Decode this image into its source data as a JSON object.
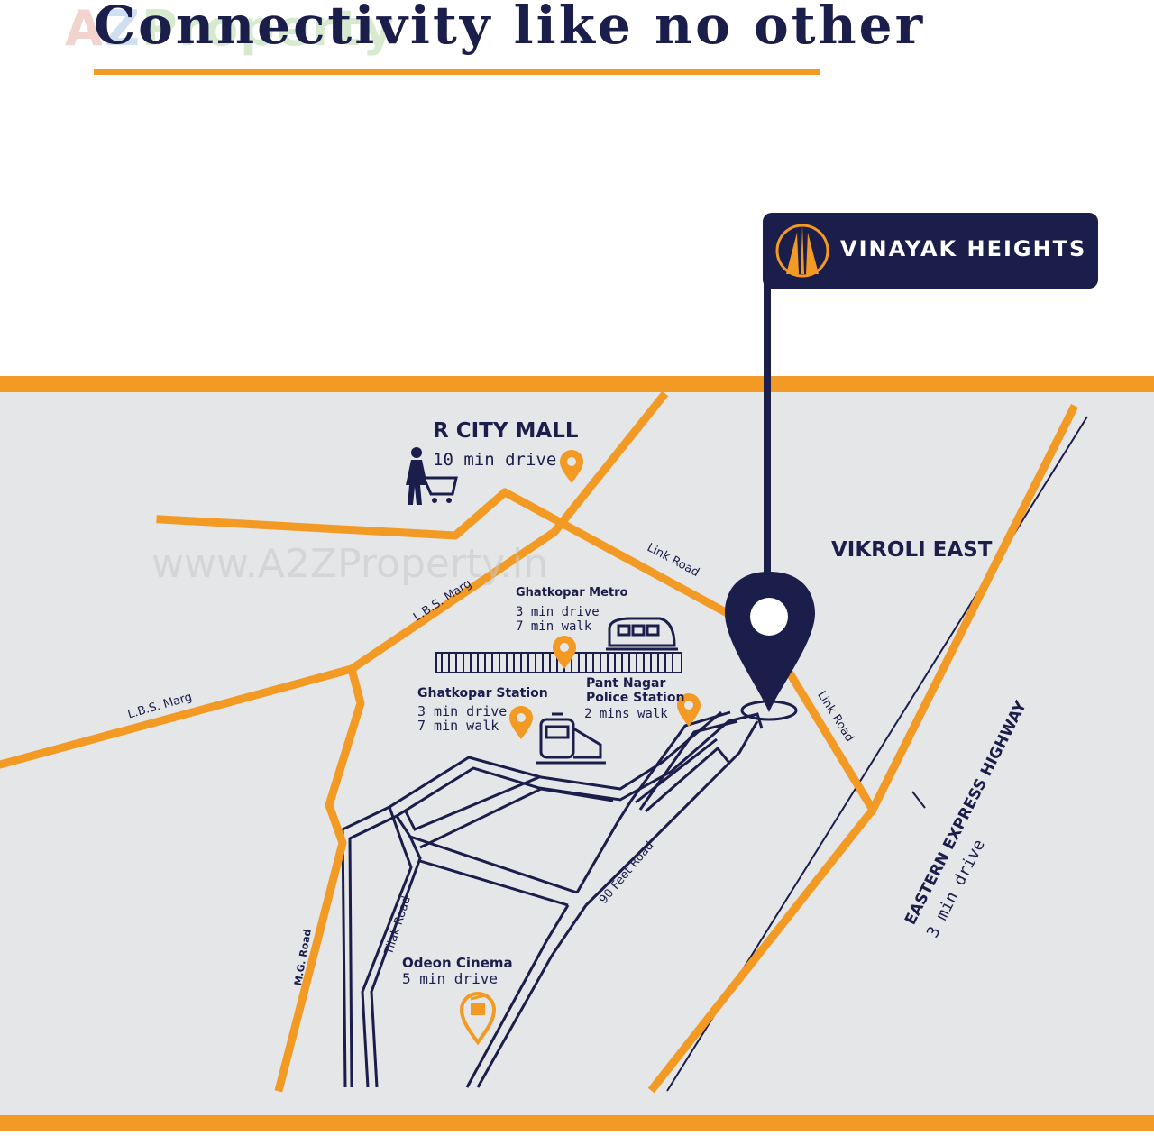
{
  "watermark": {
    "logo": [
      "A",
      "Z",
      "Property"
    ],
    "url": "www.A2ZProperty.in"
  },
  "title": "Connectivity like no other",
  "project": {
    "name": "VINAYAK HEIGHTS"
  },
  "area_label": "VIKROLI EAST",
  "landmarks": {
    "rcity_mall": {
      "name": "R CITY MALL",
      "detail": "10 min drive"
    },
    "ghatkopar_metro": {
      "name": "Ghatkopar Metro",
      "drive": "3 min drive",
      "walk": "7 min walk"
    },
    "ghatkopar_station": {
      "name": "Ghatkopar Station",
      "drive": "3 min drive",
      "walk": "7 min walk"
    },
    "pant_nagar": {
      "name_line1": "Pant Nagar",
      "name_line2": "Police Station",
      "detail": "2 mins walk"
    },
    "odeon_cinema": {
      "name": "Odeon Cinema",
      "detail": "5 min drive"
    }
  },
  "highway": {
    "name": "EASTERN EXPRESS HIGHWAY",
    "detail": "3 min drive"
  },
  "roads": {
    "link_road_1": "Link Road",
    "link_road_2": "Link Road",
    "lbs_marg_1": "L.B.S. Marg",
    "lbs_marg_2": "L.B.S. Marg",
    "feet_road": "90 Feet Road",
    "tilak_road": "Tilak Road",
    "mg_road": "M.G. Road"
  },
  "colors": {
    "navy": "#1b1d4a",
    "orange": "#f29a24",
    "map_bg": "#e5e6e8"
  }
}
